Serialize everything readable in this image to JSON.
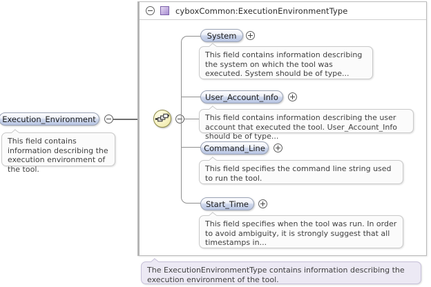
{
  "diagram": {
    "root_element": {
      "label": "Execution_Environment",
      "toggle_icon": "minus-circle-icon",
      "documentation": "This field contains information describing the execution environment of the tool."
    },
    "type_frame": {
      "toggle_icon": "minus-circle-icon",
      "type_icon": "complex-type-icon",
      "title": "cyboxCommon:ExecutionEnvironmentType",
      "compositor": "sequence-icon",
      "compositor_toggle_icon": "minus-circle-icon",
      "documentation": "The ExecutionEnvironmentType contains information describing the execution environment of the tool."
    },
    "children": [
      {
        "label": "System",
        "toggle_icon": "plus-circle-icon",
        "documentation": "This field contains information describing the system on which the tool was executed. System should be of type..."
      },
      {
        "label": "User_Account_Info",
        "toggle_icon": "plus-circle-icon",
        "documentation": "This field contains information describing the user account that executed the tool. User_Account_Info should be of type..."
      },
      {
        "label": "Command_Line",
        "toggle_icon": "plus-circle-icon",
        "documentation": "This field specifies the command line string used to run the tool."
      },
      {
        "label": "Start_Time",
        "toggle_icon": "plus-circle-icon",
        "documentation": "This field specifies when the tool was run. In order to avoid ambiguity, it is strongly suggest that all timestamps in..."
      }
    ],
    "colors": {
      "node_fill": "#b8c5e3",
      "node_border": "#9aa3b5",
      "compositor_fill": "#f2ecb5",
      "compositor_border": "#8d8a4a",
      "type_icon": "#a78fd0",
      "frame_border": "#b9b9b9",
      "line": "#8e8e8e",
      "type_doc_fill": "#ece9f4"
    }
  }
}
